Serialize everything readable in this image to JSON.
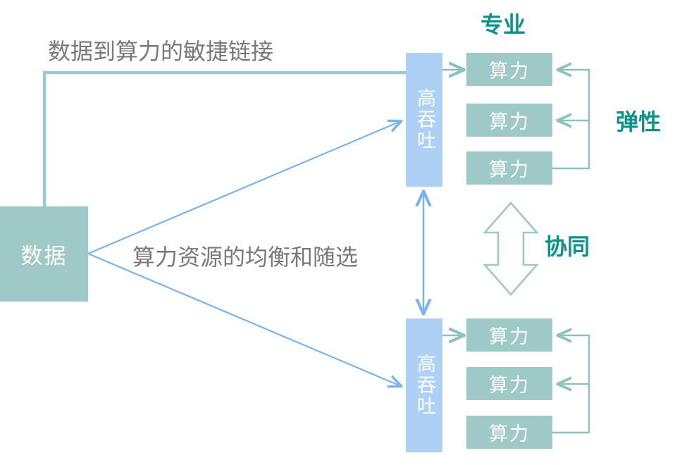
{
  "diagram": {
    "title_labels": {
      "agile_link": "数据到算力的敏捷链接",
      "balanced_resources": "算力资源的均衡和随选"
    },
    "accent_labels": {
      "professional": "专业",
      "elastic": "弹性",
      "synergy": "协同"
    },
    "source_node": {
      "label": "数据"
    },
    "clusters": [
      {
        "id": "top-cluster",
        "gateway": {
          "label": "高吞吐"
        },
        "compute_nodes": [
          {
            "label": "算力"
          },
          {
            "label": "算力"
          },
          {
            "label": "算力"
          }
        ]
      },
      {
        "id": "bottom-cluster",
        "gateway": {
          "label": "高吞吐"
        },
        "compute_nodes": [
          {
            "label": "算力"
          },
          {
            "label": "算力"
          },
          {
            "label": "算力"
          }
        ]
      }
    ],
    "connectors": [
      {
        "name": "data-to-top-gateway-elbow",
        "style": "teal-elbow"
      },
      {
        "name": "data-to-top-gateway-diagonal",
        "style": "blue-arrow"
      },
      {
        "name": "data-to-bottom-gateway-diagonal",
        "style": "blue-arrow"
      },
      {
        "name": "top-gateway-to-compute",
        "style": "teal-arrow"
      },
      {
        "name": "bottom-gateway-to-compute",
        "style": "teal-arrow"
      },
      {
        "name": "top-compute-feedback-loop",
        "style": "teal-loop"
      },
      {
        "name": "bottom-compute-feedback-loop",
        "style": "teal-loop"
      },
      {
        "name": "gateway-to-gateway-link",
        "style": "blue-double-arrow"
      },
      {
        "name": "cluster-synergy-arrow",
        "style": "hollow-double-arrow"
      }
    ],
    "colors": {
      "teal_fill": "#9ec9c6",
      "blue_fill": "#aed0f5",
      "teal_accent": "#0e9189",
      "gray_text": "#787878",
      "blue_line": "#7cb3e8",
      "teal_line": "#8ec0bd"
    }
  }
}
